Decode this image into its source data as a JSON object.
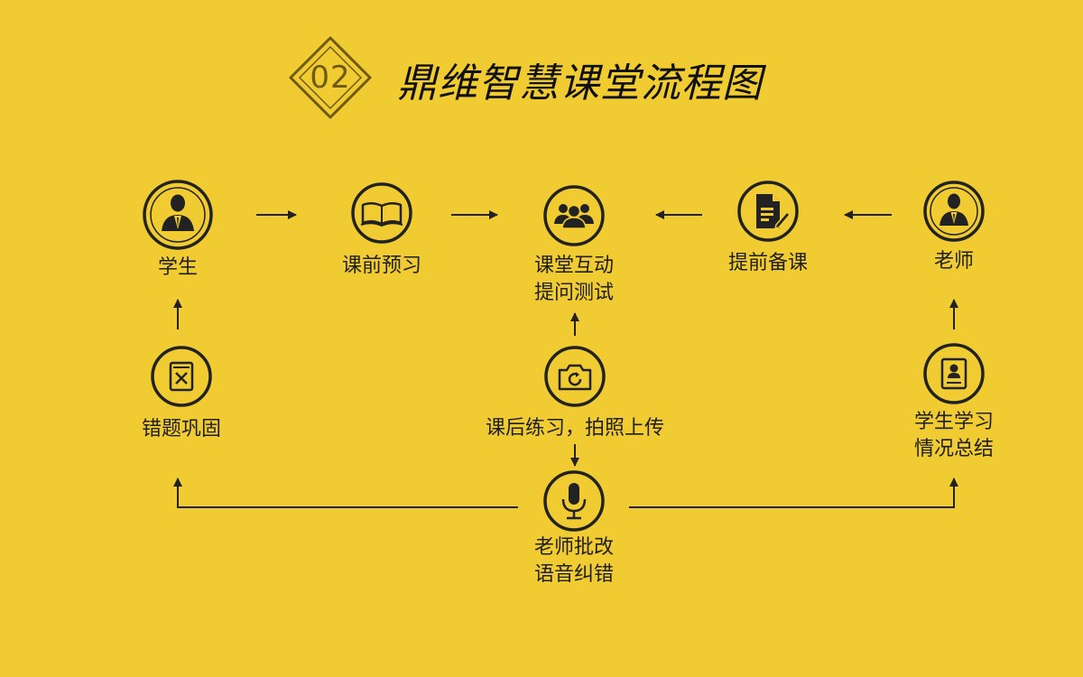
{
  "header": {
    "badge_number": "02",
    "title": "鼎维智慧课堂流程图"
  },
  "colors": {
    "background": "#F0CB32",
    "ink": "#222222",
    "badge_stroke": "#6E5A10"
  },
  "nodes": {
    "student": {
      "label_lines": [
        "学生"
      ],
      "icon": "student-avatar-icon"
    },
    "preview": {
      "label_lines": [
        "课前预习"
      ],
      "icon": "open-book-icon"
    },
    "interaction": {
      "label_lines": [
        "课堂互动",
        "提问测试"
      ],
      "icon": "group-people-icon"
    },
    "prep": {
      "label_lines": [
        "提前备课"
      ],
      "icon": "document-edit-icon"
    },
    "teacher": {
      "label_lines": [
        "老师"
      ],
      "icon": "teacher-avatar-icon"
    },
    "mistakes": {
      "label_lines": [
        "错题巩固"
      ],
      "icon": "error-book-icon"
    },
    "homework": {
      "label_lines": [
        "课后练习，拍照上传"
      ],
      "icon": "camera-icon"
    },
    "summary": {
      "label_lines": [
        "学生学习",
        "情况总结"
      ],
      "icon": "profile-card-icon"
    },
    "grading": {
      "label_lines": [
        "老师批改",
        "语音纠错"
      ],
      "icon": "microphone-icon"
    }
  }
}
